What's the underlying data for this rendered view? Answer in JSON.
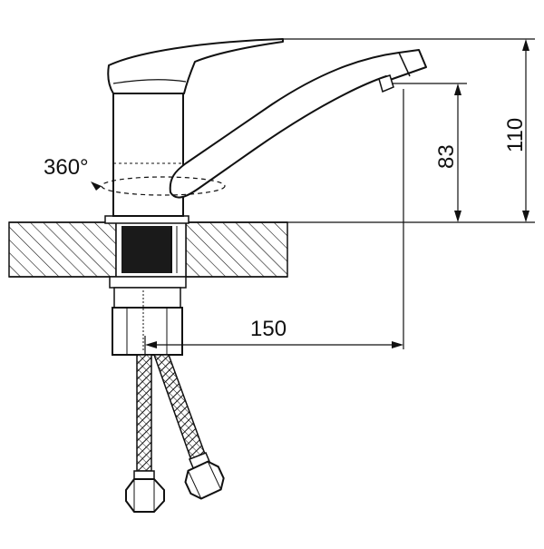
{
  "labels": {
    "rotation": "360°",
    "spout_height": "83",
    "total_height": "110",
    "reach": "150"
  },
  "colors": {
    "line": "#111111",
    "background": "#ffffff"
  }
}
